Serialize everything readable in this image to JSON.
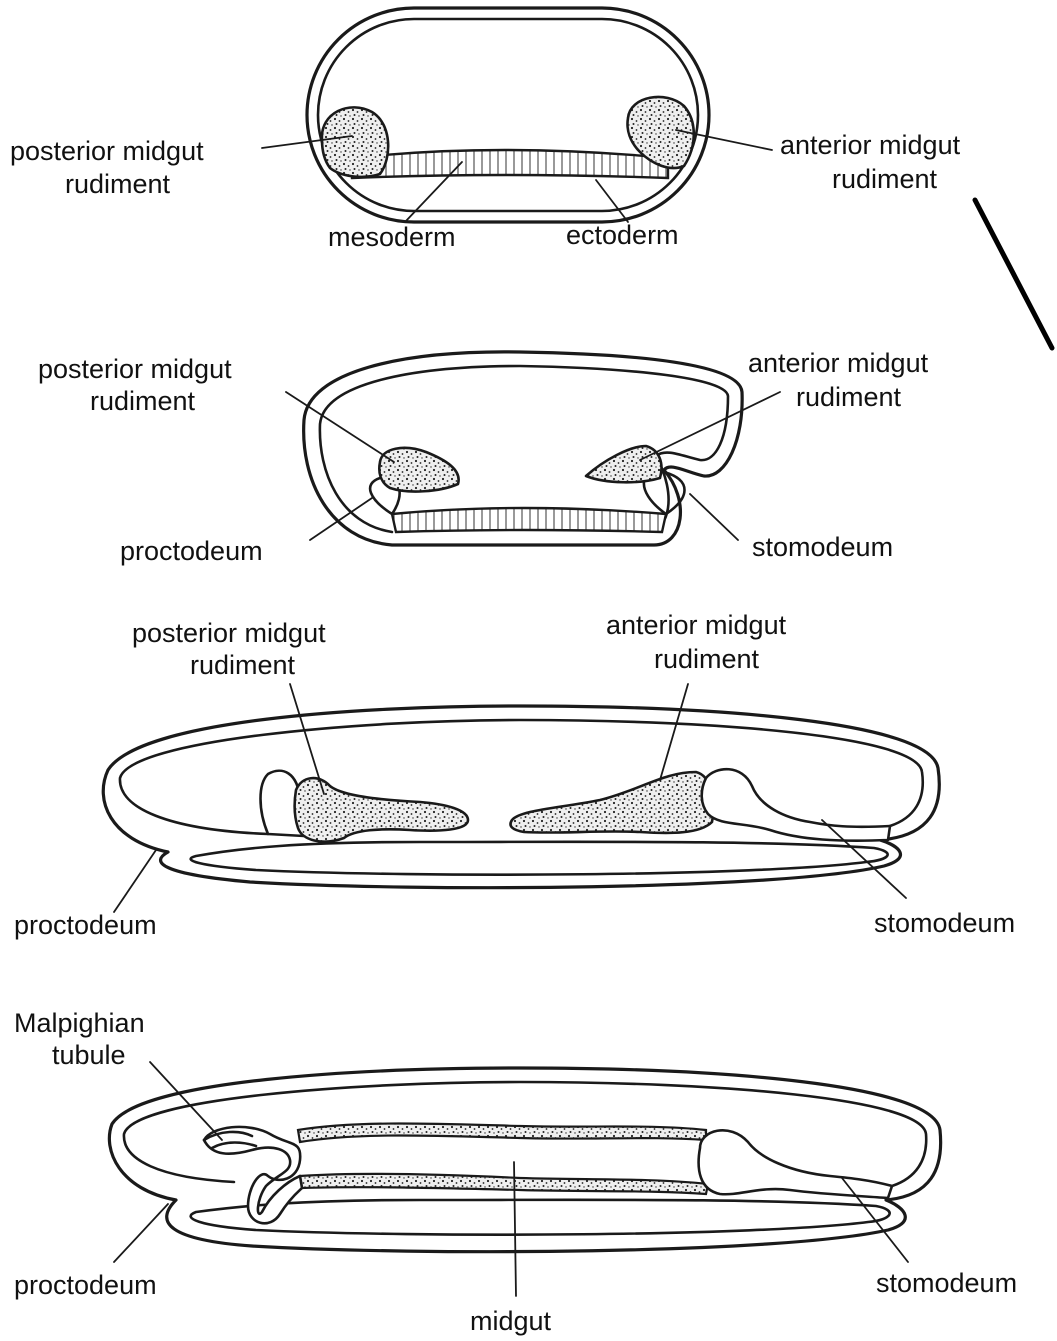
{
  "panel1": {
    "posterior_line1": "posterior midgut",
    "posterior_line2": "rudiment",
    "anterior_line1": "anterior midgut",
    "anterior_line2": "rudiment",
    "mesoderm": "mesoderm",
    "ectoderm": "ectoderm"
  },
  "panel2": {
    "posterior_line1": "posterior midgut",
    "posterior_line2": "rudiment",
    "anterior_line1": "anterior midgut",
    "anterior_line2": "rudiment",
    "proctodeum": "proctodeum",
    "stomodeum": "stomodeum"
  },
  "panel3": {
    "posterior_line1": "posterior midgut",
    "posterior_line2": "rudiment",
    "anterior_line1": "anterior midgut",
    "anterior_line2": "rudiment",
    "proctodeum": "proctodeum",
    "stomodeum": "stomodeum"
  },
  "panel4": {
    "malpighian_line1": "Malpighian",
    "malpighian_line2": "tubule",
    "proctodeum": "proctodeum",
    "midgut": "midgut",
    "stomodeum": "stomodeum"
  }
}
